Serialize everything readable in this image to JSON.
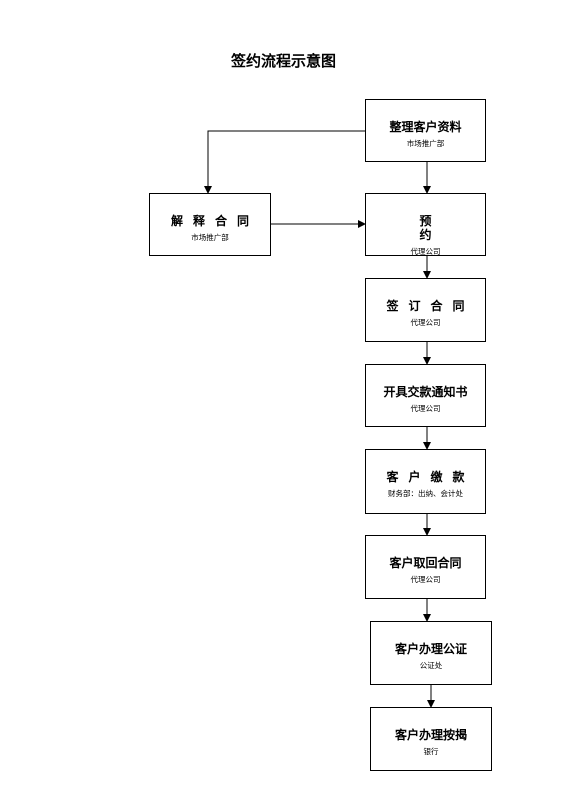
{
  "title": "签约流程示意图",
  "nodes": {
    "organize": {
      "label": "整理客户资料",
      "dept": "市场推广部"
    },
    "explain": {
      "label": "解释合同",
      "dept": "市场推广部"
    },
    "reserve": {
      "label": "预约",
      "dept": "代理公司"
    },
    "sign": {
      "label": "签订合同",
      "dept": "代理公司"
    },
    "notice": {
      "label": "开具交款通知书",
      "dept": "代理公司"
    },
    "pay": {
      "label": "客户缴款",
      "dept": "财务部：出纳、会计处"
    },
    "retrieve": {
      "label": "客户取回合同",
      "dept": "代理公司"
    },
    "notarize": {
      "label": "客户办理公证",
      "dept": "公证处"
    },
    "mortgage": {
      "label": "客户办理按揭",
      "dept": "银行"
    }
  }
}
